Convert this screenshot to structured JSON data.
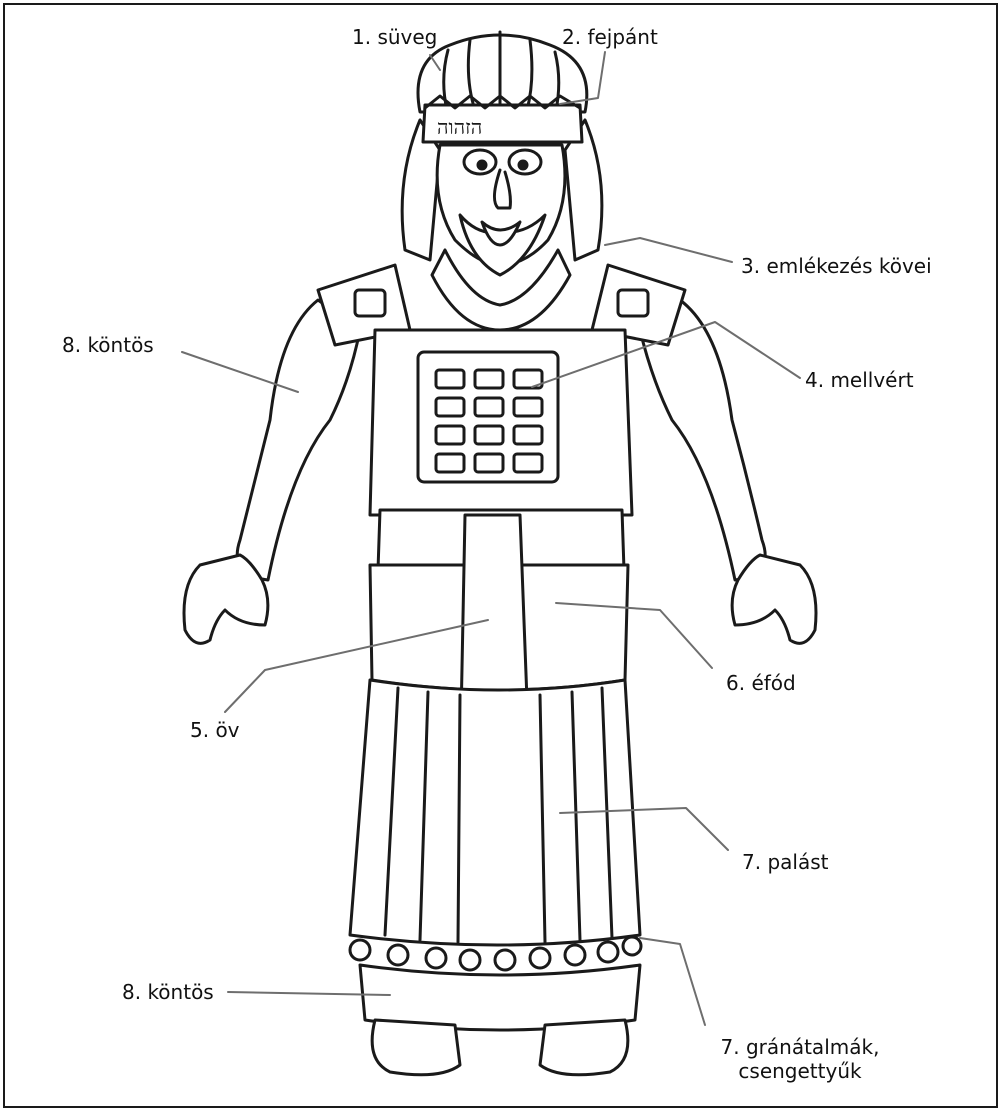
{
  "labels": {
    "suveg": "1. süveg",
    "fejpant": "2. fejpánt",
    "kovei": "3. emlékezés kövei",
    "mellvert": "4. mellvért",
    "ov": "5. öv",
    "efod": "6. éfód",
    "palast": "7. palást",
    "granatalmak_line1": "7. gránátalmák,",
    "granatalmak_line2": "csengettyűk",
    "kontos_top": "8. köntös",
    "kontos_bottom": "8. köntös"
  },
  "colors": {
    "ink": "#1a1a1a",
    "leader": "#6e6e6e",
    "background": "#ffffff"
  }
}
